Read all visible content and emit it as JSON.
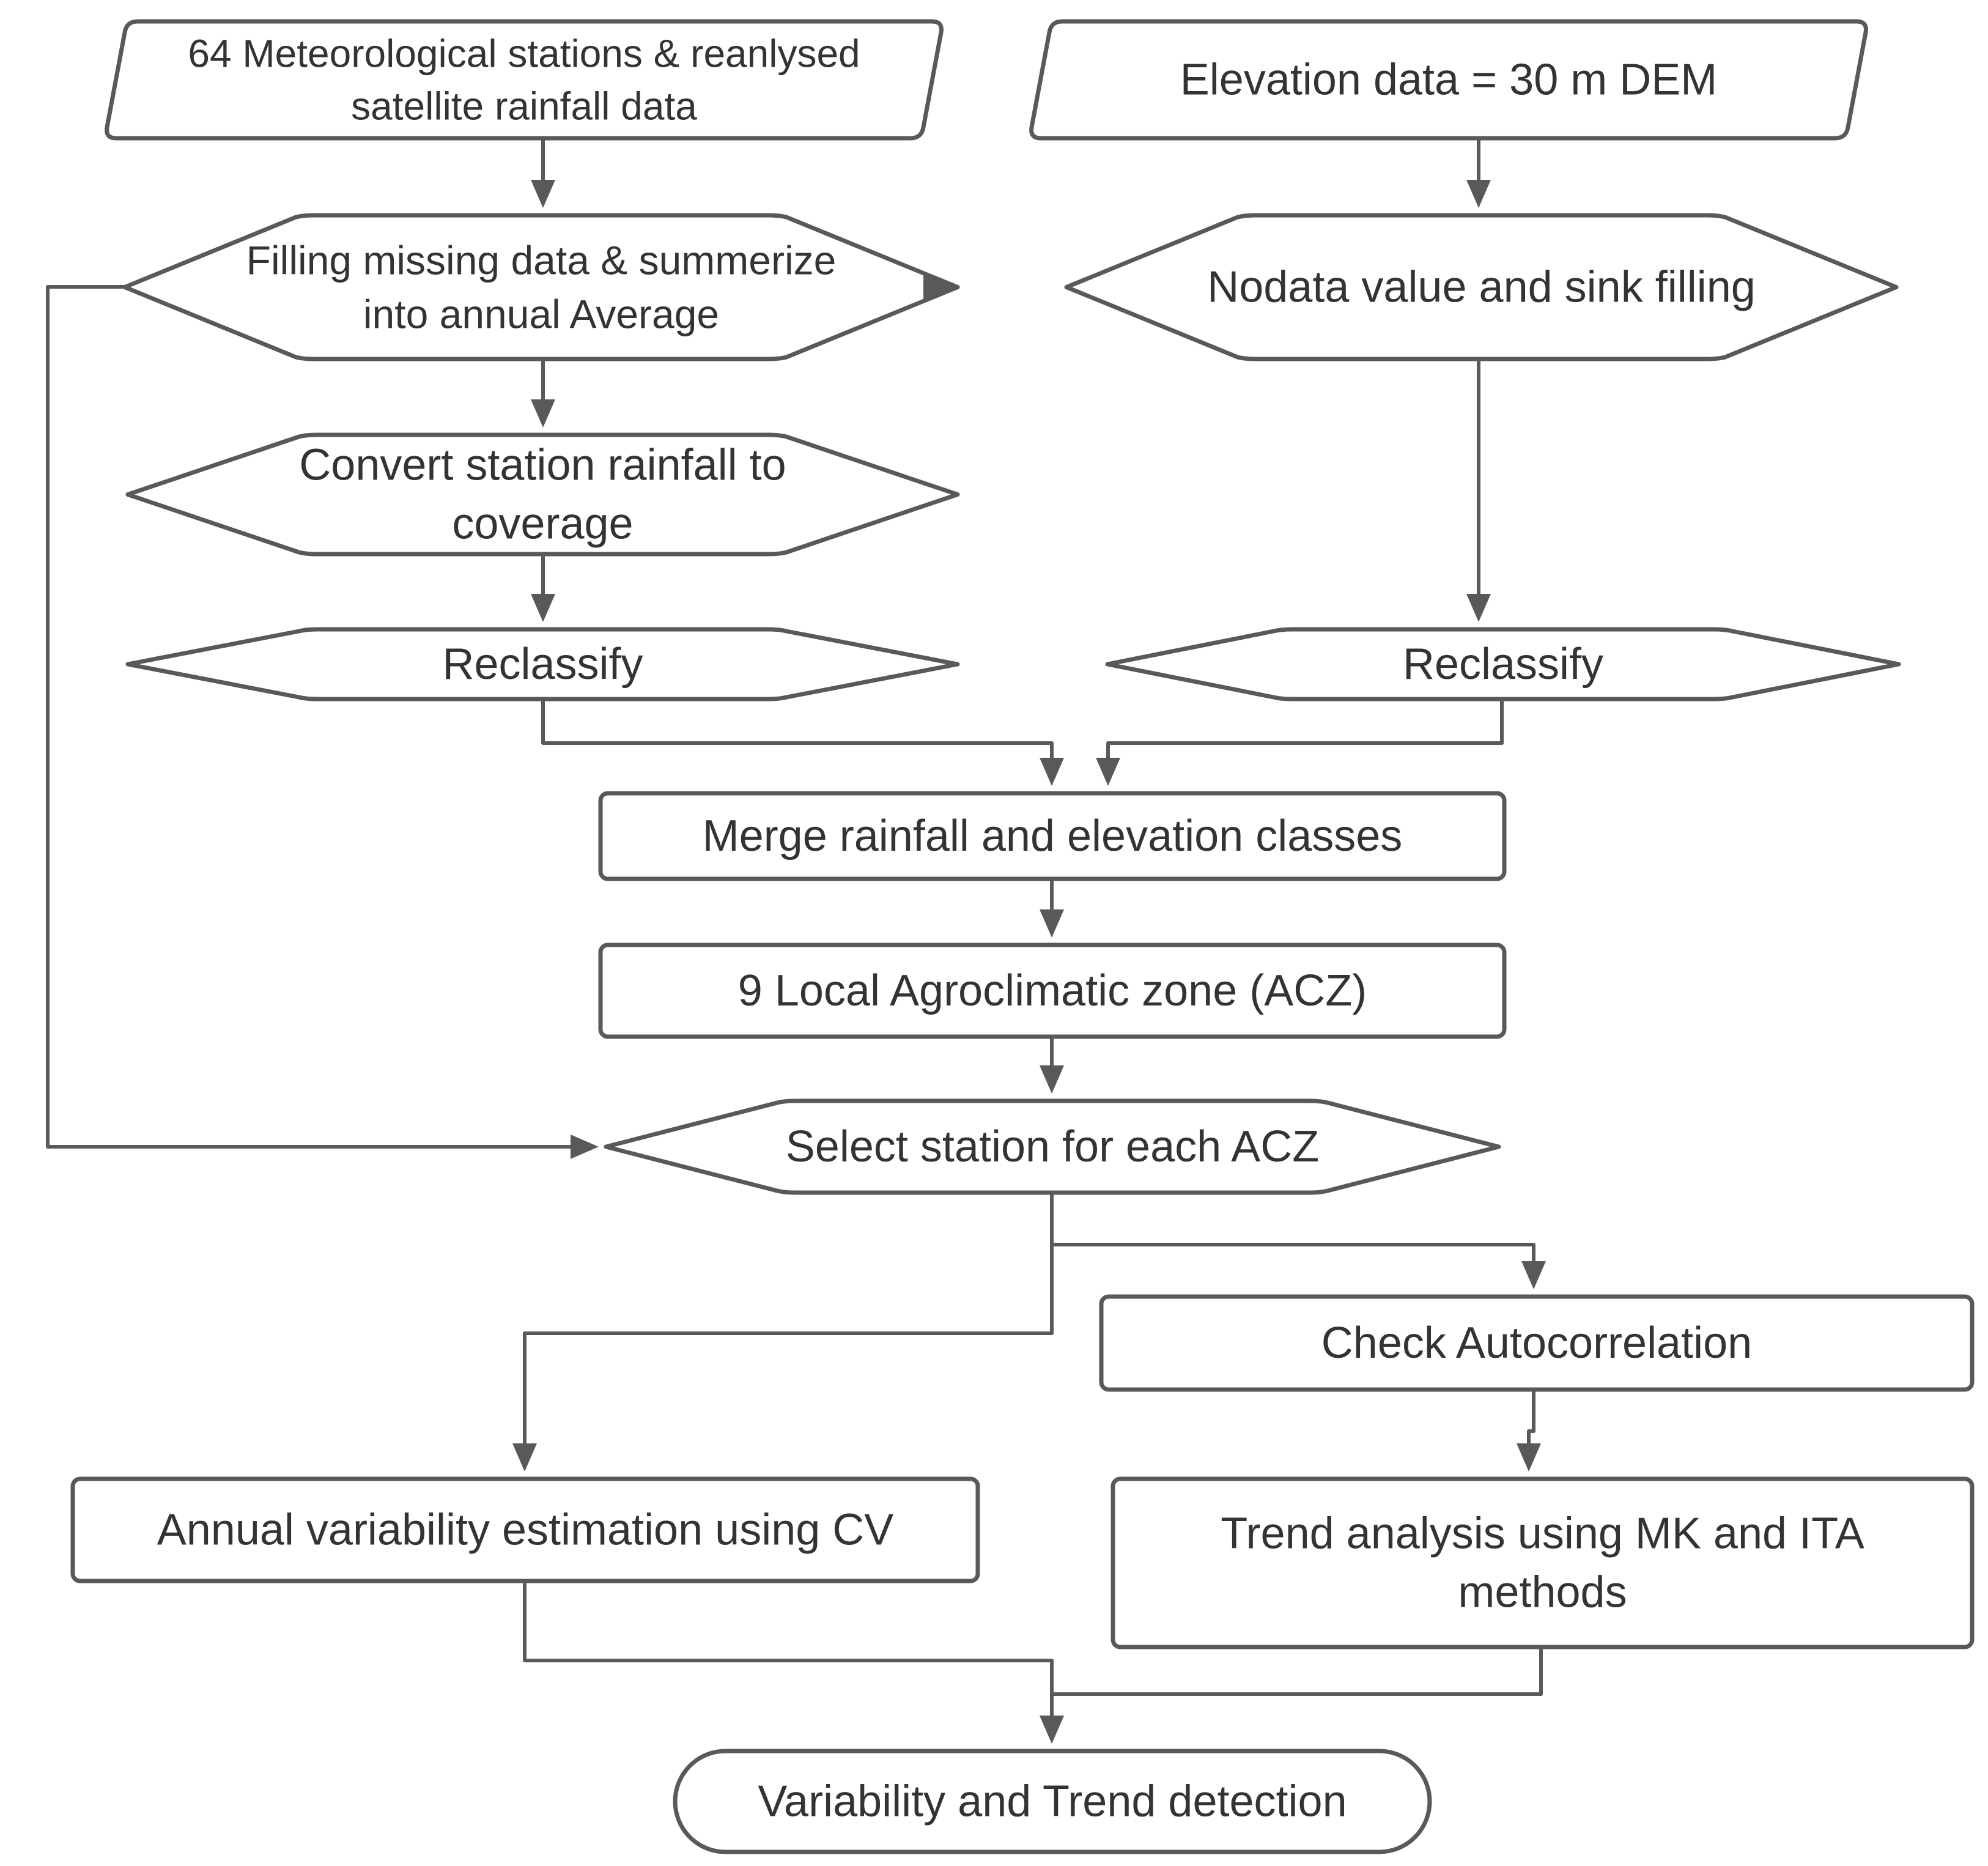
{
  "diagram": {
    "colors": {
      "stroke": "#595959",
      "text": "#333333",
      "fill": "#ffffff"
    },
    "nodes": {
      "met_stations": {
        "shape": "parallelogram",
        "lines": [
          "64 Meteorological stations & reanlysed",
          "satellite rainfall data"
        ]
      },
      "elevation": {
        "shape": "parallelogram",
        "lines": [
          "Elevation data = 30 m DEM"
        ]
      },
      "filling": {
        "shape": "hexagon",
        "lines": [
          "Filling missing data & summerize",
          "into annual Average"
        ]
      },
      "nodata": {
        "shape": "hexagon",
        "lines": [
          "Nodata value and sink filling"
        ]
      },
      "convert": {
        "shape": "hexagon",
        "lines": [
          "Convert station rainfall to",
          "coverage"
        ]
      },
      "reclass_left": {
        "shape": "hexagon",
        "lines": [
          "Reclassify"
        ]
      },
      "reclass_right": {
        "shape": "hexagon",
        "lines": [
          "Reclassify"
        ]
      },
      "merge": {
        "shape": "rectangle",
        "lines": [
          "Merge rainfall and elevation classes"
        ]
      },
      "acz": {
        "shape": "rectangle",
        "lines": [
          "9 Local Agroclimatic zone (ACZ)"
        ]
      },
      "select": {
        "shape": "hexagon",
        "lines": [
          "Select station for each ACZ"
        ]
      },
      "autocorr": {
        "shape": "rectangle",
        "lines": [
          "Check Autocorrelation"
        ]
      },
      "cv": {
        "shape": "rectangle",
        "lines": [
          "Annual variability estimation using CV"
        ]
      },
      "trend": {
        "shape": "rectangle",
        "lines": [
          "Trend analysis using MK and ITA",
          "methods"
        ]
      },
      "result": {
        "shape": "terminator",
        "lines": [
          "Variability and Trend detection"
        ]
      }
    },
    "edges": [
      {
        "from": "met_stations",
        "to": "filling"
      },
      {
        "from": "elevation",
        "to": "nodata"
      },
      {
        "from": "filling",
        "to": "convert"
      },
      {
        "from": "filling",
        "to": "select"
      },
      {
        "from": "convert",
        "to": "reclass_left"
      },
      {
        "from": "nodata",
        "to": "reclass_right"
      },
      {
        "from": "reclass_left",
        "to": "merge"
      },
      {
        "from": "reclass_right",
        "to": "merge"
      },
      {
        "from": "merge",
        "to": "acz"
      },
      {
        "from": "acz",
        "to": "select"
      },
      {
        "from": "select",
        "to": "autocorr"
      },
      {
        "from": "select",
        "to": "cv"
      },
      {
        "from": "autocorr",
        "to": "trend"
      },
      {
        "from": "cv",
        "to": "result"
      },
      {
        "from": "trend",
        "to": "result"
      }
    ]
  }
}
